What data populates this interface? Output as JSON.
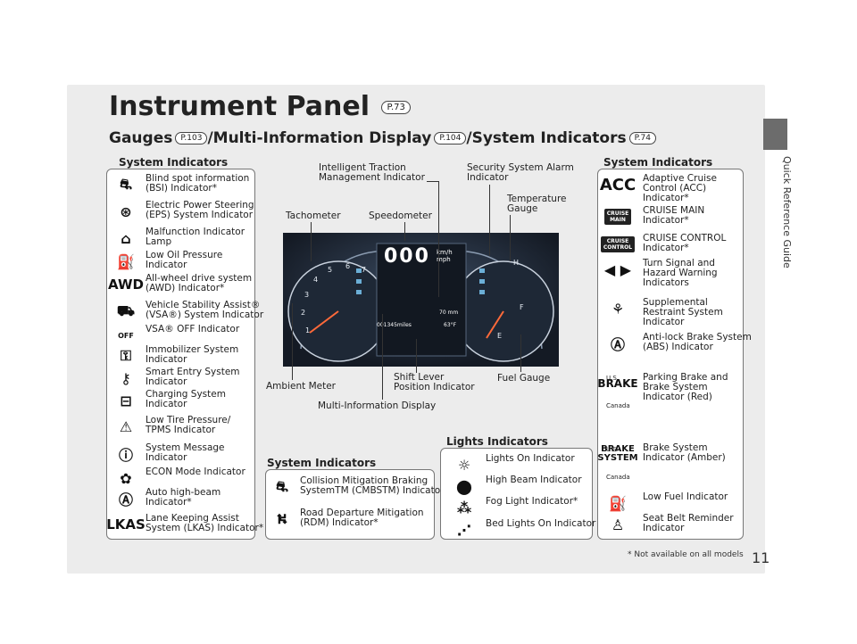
{
  "title": "Instrument Panel",
  "title_ref": "P.73",
  "subtitle": {
    "part1": "Gauges",
    "ref1": "P.103",
    "part2": "/Multi-Information Display",
    "ref2": "P.104",
    "part3": "/System Indicators",
    "ref3": "P.74"
  },
  "side_text": "Quick Reference Guide",
  "page_number": "11",
  "footnote": "* Not available on all models",
  "left_section_title": "System Indicators",
  "left_items": [
    {
      "icon": "bsi-icon",
      "label": "Blind spot information\n(BSI) Indicator*"
    },
    {
      "icon": "eps-icon",
      "label": "Electric Power Steering\n(EPS) System Indicator"
    },
    {
      "icon": "engine-icon",
      "label": "Malfunction Indicator\nLamp"
    },
    {
      "icon": "oil-can-icon",
      "label": "Low Oil Pressure\nIndicator"
    },
    {
      "icon": "awd-icon",
      "label": "All-wheel drive system\n(AWD) Indicator*"
    },
    {
      "icon": "vsa-icon",
      "label": "Vehicle Stability Assist®\n(VSA®) System Indicator"
    },
    {
      "icon": "vsa-off-icon",
      "label": "VSA® OFF Indicator"
    },
    {
      "icon": "key-icon",
      "label": "Immobilizer System\nIndicator"
    },
    {
      "icon": "smart-entry-icon",
      "label": "Smart Entry System\nIndicator"
    },
    {
      "icon": "battery-icon",
      "label": "Charging System\nIndicator"
    },
    {
      "icon": "tpms-icon",
      "label": "Low Tire Pressure/\nTPMS Indicator"
    },
    {
      "icon": "message-icon",
      "label": "System Message\nIndicator"
    },
    {
      "icon": "econ-icon",
      "label": "ECON Mode Indicator"
    },
    {
      "icon": "auto-high-beam-icon",
      "label": "Auto high-beam\nIndicator*"
    },
    {
      "icon": "lkas-icon",
      "label": "Lane Keeping Assist\nSystem (LKAS) Indicator*"
    }
  ],
  "icon_text": {
    "awd": "AWD",
    "lkas": "LKAS",
    "acc": "ACC",
    "cruise_main": "CRUISE\nMAIN",
    "cruise_control": "CRUISE\nCONTROL",
    "brake": "BRAKE",
    "brake_system": "BRAKE\nSYSTEM",
    "us": "U.S.",
    "canada": "Canada",
    "off": "OFF"
  },
  "cluster_labels": {
    "intelligent_traction": "Intelligent Traction\nManagement Indicator",
    "security": "Security System Alarm\nIndicator",
    "temperature": "Temperature\nGauge",
    "tachometer": "Tachometer",
    "speedometer": "Speedometer",
    "ambient": "Ambient Meter",
    "shift_lever": "Shift Lever\nPosition Indicator",
    "fuel": "Fuel Gauge",
    "mid": "Multi-Information Display"
  },
  "cluster_readouts": {
    "speed": "000",
    "unit1": "km/h",
    "unit2": "mph",
    "odo": "001345miles",
    "temp_out": "63°F",
    "range": "70 mm"
  },
  "bottom_system_title": "System Indicators",
  "bottom_system_items": [
    {
      "icon": "cmbs-icon",
      "label": "Collision Mitigation Braking\nSystemTM (CMBSTM) Indicator*"
    },
    {
      "icon": "rdm-icon",
      "label": "Road Departure Mitigation\n(RDM) Indicator*"
    }
  ],
  "lights_title": "Lights Indicators",
  "lights_items": [
    {
      "icon": "lights-on-icon",
      "label": "Lights On Indicator"
    },
    {
      "icon": "high-beam-icon",
      "label": "High Beam Indicator"
    },
    {
      "icon": "fog-light-icon",
      "label": "Fog Light Indicator*"
    },
    {
      "icon": "bed-light-icon",
      "label": "Bed Lights On Indicator"
    }
  ],
  "right_section_title": "System Indicators",
  "right_items": [
    {
      "icon": "acc-icon",
      "label": "Adaptive Cruise\nControl (ACC)\nIndicator*"
    },
    {
      "icon": "cruise-main-icon",
      "label": "CRUISE MAIN\nIndicator*"
    },
    {
      "icon": "cruise-control-icon",
      "label": "CRUISE CONTROL\nIndicator*"
    },
    {
      "icon": "turn-signal-icon",
      "label": "Turn Signal and\nHazard Warning\nIndicators"
    },
    {
      "icon": "srs-icon",
      "label": "Supplemental\nRestraint System\nIndicator"
    },
    {
      "icon": "abs-icon",
      "label": "Anti-lock Brake System\n(ABS) Indicator"
    },
    {
      "icon": "parking-brake-icon",
      "label": "Parking Brake and\nBrake System\nIndicator (Red)"
    },
    {
      "icon": "brake-system-amber-icon",
      "label": "Brake System\nIndicator (Amber)"
    },
    {
      "icon": "fuel-pump-icon",
      "label": "Low Fuel Indicator"
    },
    {
      "icon": "seatbelt-icon",
      "label": "Seat Belt Reminder\nIndicator"
    }
  ]
}
